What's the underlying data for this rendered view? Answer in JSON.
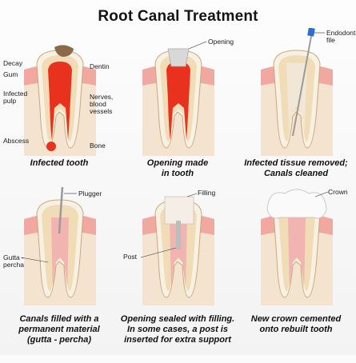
{
  "title": "Root Canal Treatment",
  "panels": [
    {
      "caption": [
        "Infected tooth"
      ],
      "labels": {
        "decay": "Decay",
        "gum": "Gum",
        "infected_pulp": [
          "Infected",
          "pulp"
        ],
        "abscess": "Abscess",
        "dentin": "Dentin",
        "nerves": [
          "Nerves,",
          "blood",
          "vessels"
        ],
        "bone": "Bone"
      }
    },
    {
      "caption": [
        "Opening made",
        "in tooth"
      ],
      "labels": {
        "opening": "Opening"
      }
    },
    {
      "caption": [
        "Infected tissue removed;",
        "Canals cleaned"
      ],
      "labels": {
        "file": [
          "Endodontic",
          "file"
        ]
      }
    },
    {
      "caption": [
        "Canals filled with a",
        "permanent material",
        "(gutta - percha)"
      ],
      "labels": {
        "plugger": "Plugger",
        "gutta": [
          "Gutta -",
          "percha"
        ]
      }
    },
    {
      "caption": [
        "Opening sealed with filling.",
        "In some cases, a post is",
        "inserted for extra support"
      ],
      "labels": {
        "filling": "Filling",
        "post": "Post"
      }
    },
    {
      "caption": [
        "New crown cemented",
        "onto rebuilt tooth"
      ],
      "labels": {
        "crown": "Crown"
      }
    }
  ],
  "colors": {
    "enamel": "#f7f1e4",
    "dentin": "#f1dcb8",
    "pulp_infected": "#e8321e",
    "pulp_healthy": "#f2b4b0",
    "bone": "#f3e3cf",
    "gum": "#f0a8a0",
    "filling": "#f5eee6",
    "metal": "#9a9a9a",
    "file_handle": "#2a6fd6"
  }
}
